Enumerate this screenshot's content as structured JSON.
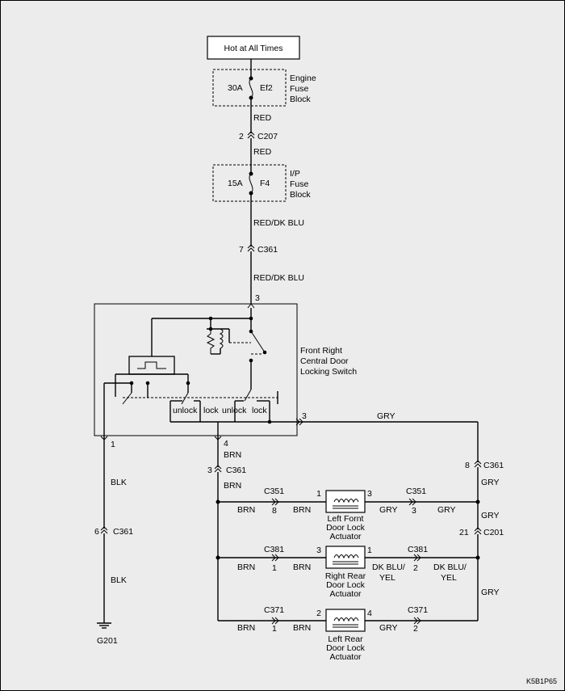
{
  "source": "Hot at All Times",
  "fuses": {
    "engine": {
      "rating": "30A",
      "id": "Ef2",
      "label": [
        "Engine",
        "Fuse",
        "Block"
      ]
    },
    "ip": {
      "rating": "15A",
      "id": "F4",
      "label": [
        "I/P",
        "Fuse",
        "Block"
      ]
    }
  },
  "switch": {
    "label": [
      "Front Right",
      "Central Door",
      "Locking Switch"
    ],
    "contacts": [
      "unlock",
      "lock",
      "unlock",
      "lock"
    ],
    "pins": {
      "top": "3",
      "right": "3",
      "left_bottom": "1",
      "bottom": "4"
    }
  },
  "wires": {
    "red": "RED",
    "red_dk_blu": "RED/DK BLU",
    "gry": "GRY",
    "brn": "BRN",
    "blk": "BLK",
    "dk_blu_yel": [
      "DK BLU/",
      "YEL"
    ]
  },
  "connectors": {
    "c207": {
      "pin": "2",
      "name": "C207"
    },
    "c361_top": {
      "pin": "7",
      "name": "C361"
    },
    "c361_brn": {
      "pin": "3",
      "name": "C361"
    },
    "c361_gry": {
      "pin": "8",
      "name": "C361"
    },
    "c361_blk": {
      "pin": "6",
      "name": "C361"
    },
    "c201": {
      "pin": "21",
      "name": "C201"
    },
    "c351_left": {
      "pin": "8",
      "name": "C351"
    },
    "c351_right": {
      "pin": "3",
      "name": "C351"
    },
    "c381_left": {
      "pin": "1",
      "name": "C381"
    },
    "c381_right": {
      "pin": "2",
      "name": "C381"
    },
    "c371_left": {
      "pin": "1",
      "name": "C371"
    },
    "c371_right": {
      "pin": "2",
      "name": "C371"
    }
  },
  "actuators": [
    {
      "label": [
        "Left Fornt",
        "Door Lock",
        "Actuator"
      ],
      "pin_left": "1",
      "pin_right": "3"
    },
    {
      "label": [
        "Right Rear",
        "Door Lock",
        "Actuator"
      ],
      "pin_left": "3",
      "pin_right": "1"
    },
    {
      "label": [
        "Left Rear",
        "Door Lock",
        "Actuator"
      ],
      "pin_left": "2",
      "pin_right": "4"
    }
  ],
  "ground": "G201",
  "figure_code": "K5B1P65"
}
